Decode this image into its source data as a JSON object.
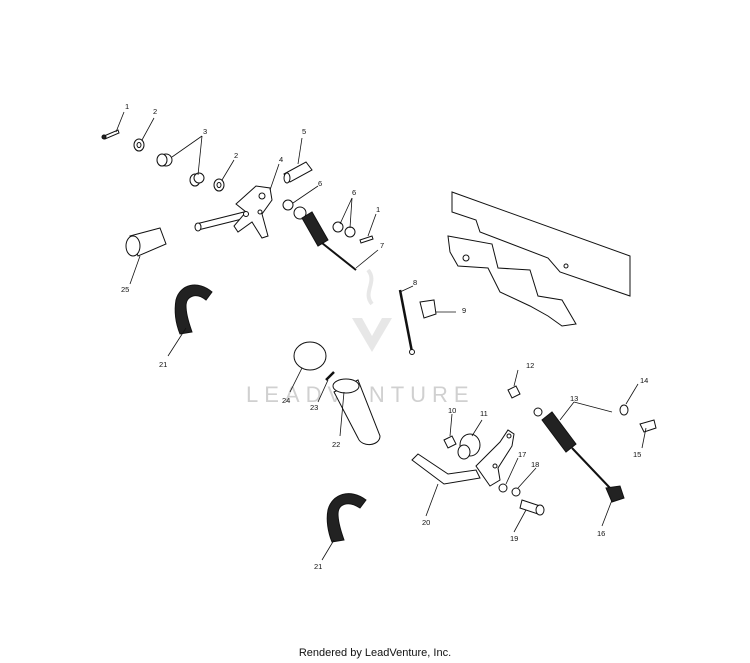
{
  "watermark": "LEADVENTURE",
  "footer": "Rendered by LeadVenture, Inc.",
  "callouts": [
    "1",
    "2",
    "3",
    "2",
    "4",
    "5",
    "6",
    "6",
    "1",
    "7",
    "25",
    "8",
    "9",
    "21",
    "12",
    "14",
    "10",
    "11",
    "24",
    "13",
    "23",
    "22",
    "17",
    "18",
    "15",
    "20",
    "16",
    "19",
    "21"
  ]
}
